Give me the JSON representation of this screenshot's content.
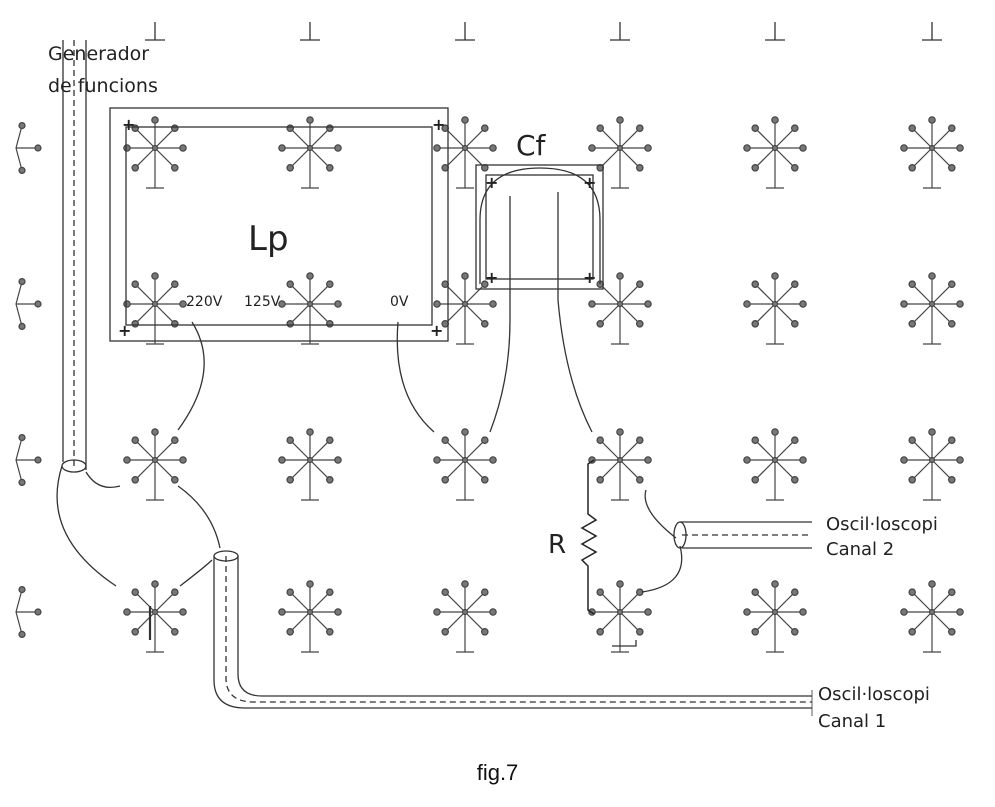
{
  "labels": {
    "generator": [
      "Generador",
      "de funcions"
    ],
    "transformer": "Lp",
    "capacitor": "Cf",
    "resistor": "R",
    "tap_220": "220V",
    "tap_125": "125V",
    "tap_0": "0V",
    "scope_ch2": [
      "Oscil·loscopi",
      "Canal 2"
    ],
    "scope_ch1": [
      "Oscil·loscopi",
      "Canal 1"
    ],
    "plus": "+"
  },
  "caption": "fig.7"
}
